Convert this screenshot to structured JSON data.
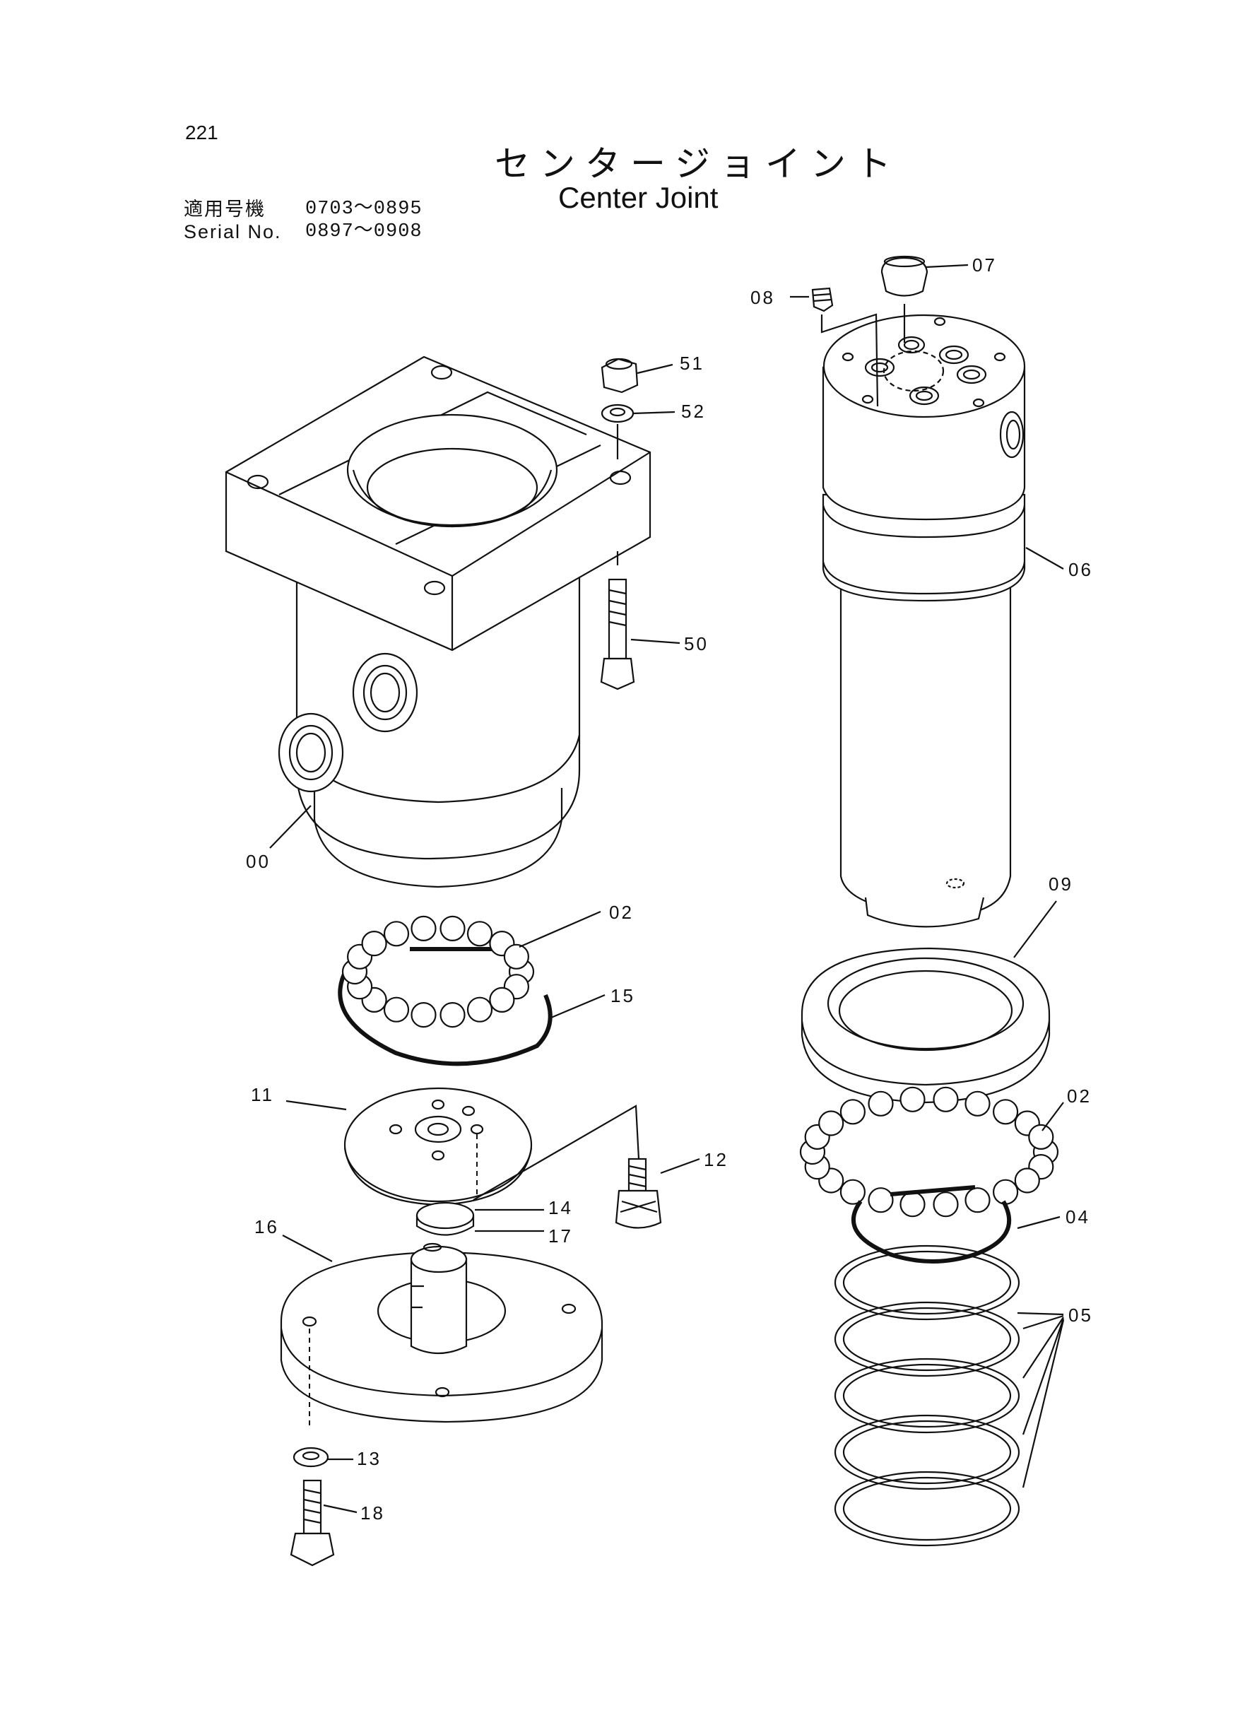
{
  "page_number": "221",
  "title_jp": "センタージョイント",
  "title_en": "Center Joint",
  "serial": [
    {
      "label": "適用号機",
      "range": "0703～0895"
    },
    {
      "label": "Serial No.",
      "range": "0897～0908"
    }
  ],
  "callouts": {
    "p00": "00",
    "p02a": "02",
    "p02b": "02",
    "p04": "04",
    "p05": "05",
    "p06": "06",
    "p07": "07",
    "p08": "08",
    "p09": "09",
    "p11": "11",
    "p12": "12",
    "p13": "13",
    "p14": "14",
    "p15": "15",
    "p16": "16",
    "p17": "17",
    "p18": "18",
    "p50": "50",
    "p51": "51",
    "p52": "52"
  }
}
